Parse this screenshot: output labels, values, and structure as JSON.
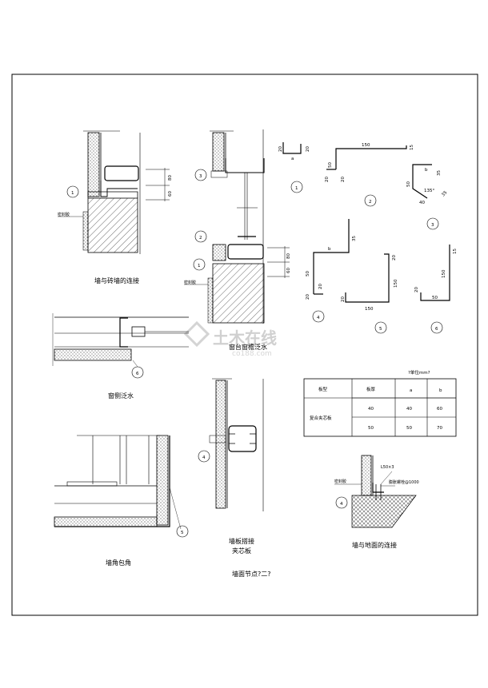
{
  "captions": {
    "wall_brick": "墙与砖墙的连接",
    "window_sill": "窗台窗檐泛水",
    "window_side": "窗侧泛水",
    "wall_corner": "墙角包角",
    "panel_lap": "墙板搭接",
    "sandwich_panel": "夹芯板",
    "wall_ground": "墙与地面的连接",
    "sheet_title": "墙面节点?二?"
  },
  "labels": {
    "sealant_1": "密封胶",
    "sealant_2": "密封胶",
    "sealant_3": "密封胶",
    "angle": "L50×3",
    "anchor": "膨胀螺栓@1000"
  },
  "detail_numbers": {
    "d1": "1",
    "d3": "3",
    "d2": "2",
    "d1b": "1",
    "d6": "6",
    "d5": "5",
    "d4": "4",
    "d4b": "4",
    "p1": "1",
    "p2": "2",
    "p3": "3",
    "p4": "4",
    "p5": "5",
    "p6": "6"
  },
  "dimensions": {
    "a80": "80",
    "a60": "60",
    "b80": "80",
    "b60": "60",
    "f1_20a": "20",
    "f1_20b": "20",
    "f1_a": "a",
    "f2_150": "150",
    "f2_15": "15",
    "f2_50": "50",
    "f2_20a": "20",
    "f2_20b": "20",
    "f3_b": "b",
    "f3_35": "35",
    "f3_50": "50",
    "f3_135": "135°",
    "f3_40": "40",
    "f3_35b": "35",
    "f4_b": "b",
    "f4_35": "35",
    "f4_50": "50",
    "f4_20a": "20",
    "f4_20b": "20",
    "f5_20a": "20",
    "f5_20b": "20",
    "f5_150": "150",
    "f5_150b": "150",
    "f6_15": "15",
    "f6_150": "150",
    "f6_20": "20",
    "f6_50": "50"
  },
  "table": {
    "title": "?单位mm?",
    "headers": [
      "板型",
      "板厚",
      "a",
      "b"
    ],
    "row_label": "复合夹芯板",
    "rows": [
      [
        "40",
        "40",
        "60"
      ],
      [
        "50",
        "50",
        "70"
      ]
    ]
  },
  "watermark": {
    "main": "土木在线",
    "sub": "co188.com"
  }
}
